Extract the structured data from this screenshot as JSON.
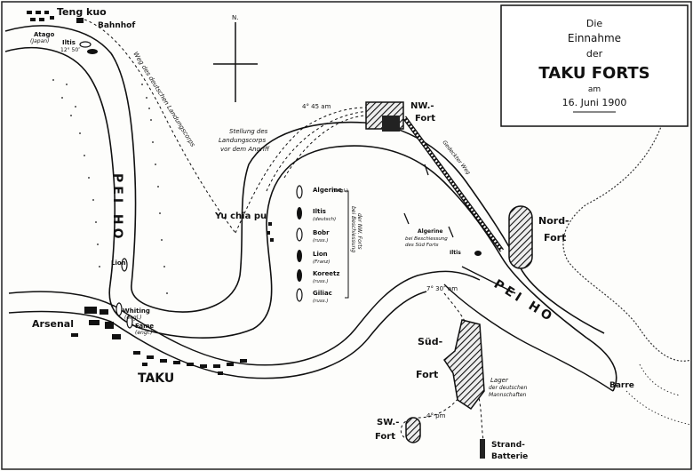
{
  "title_block": {
    "line1": "Die",
    "line2": "Einnahme",
    "line3": "der",
    "line4": "TAKU FORTS",
    "line5": "am",
    "line6": "16. Juni 1900"
  },
  "compass": {
    "north": "N."
  },
  "places": {
    "tengkuo": "Teng kuo",
    "bahnhof": "Bahnhof",
    "atago": "Atago",
    "atago_note": "(Japan)",
    "iltis_top": "Iltis",
    "iltis_top_time": "12° 50″",
    "weg": "Weg des deutschen Landungscorps",
    "stellung1": "Stellung des",
    "stellung2": "Landungscorps",
    "stellung3": "vor dem Angriff",
    "time_nw": "4° 45 am",
    "yuchiapu": "Yu chia pu",
    "arsenal": "Arsenal",
    "taku": "TAKU",
    "whiting": "Whiting",
    "whiting_note": "(engl.)",
    "fame": "Fame",
    "fame_note": "(engl.)",
    "lion_small": "Lion",
    "peiho_upper": "PEI HO",
    "peiho_lower": "PEI HO",
    "nw_fort1": "NW.-",
    "nw_fort2": "Fort",
    "gedeckter_weg": "Gedeckter Weg",
    "nord_fort1": "Nord-",
    "nord_fort2": "Fort",
    "sued_fort1": "Süd-",
    "sued_fort2": "Fort",
    "sw_fort1": "SW.-",
    "sw_fort2": "Fort",
    "strand1": "Strand-",
    "strand2": "Batterie",
    "barre": "Barre",
    "lager1": "Lager",
    "lager2": "der deutschen",
    "lager3": "Mannschaften",
    "time_sued": "7° 30″ am",
    "time_sw": "4° pm",
    "algerine_note1": "Algerine",
    "algerine_note2": "bei Beschiessung",
    "algerine_note3": "des Süd Forts",
    "iltis_small": "Iltis",
    "beschiessung1": "bei Beschiessung",
    "beschiessung2": "der NW. Forts"
  },
  "ships": [
    {
      "name": "Algerine",
      "nation": "(engl.)"
    },
    {
      "name": "Iltis",
      "nation": "(deutsch)"
    },
    {
      "name": "Bobr",
      "nation": "(russ.)"
    },
    {
      "name": "Lion",
      "nation": "(Franz)"
    },
    {
      "name": "Koreetz",
      "nation": "(russ.)"
    },
    {
      "name": "Giliac",
      "nation": "(russ.)"
    }
  ]
}
